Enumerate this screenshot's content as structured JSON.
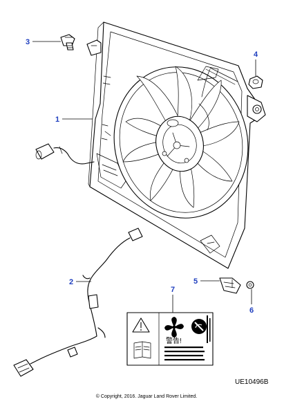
{
  "callouts": {
    "c1": "1",
    "c2": "2",
    "c3": "3",
    "c4": "4",
    "c5": "5",
    "c6": "6",
    "c7": "7"
  },
  "reference_code": "UE10496B",
  "copyright": "© Copyright, 2016. Jaguar Land Rover Limited.",
  "label": {
    "warning_text": "警告!"
  },
  "colors": {
    "callout": "#1f3fbf",
    "line": "#000000",
    "background": "#ffffff"
  }
}
